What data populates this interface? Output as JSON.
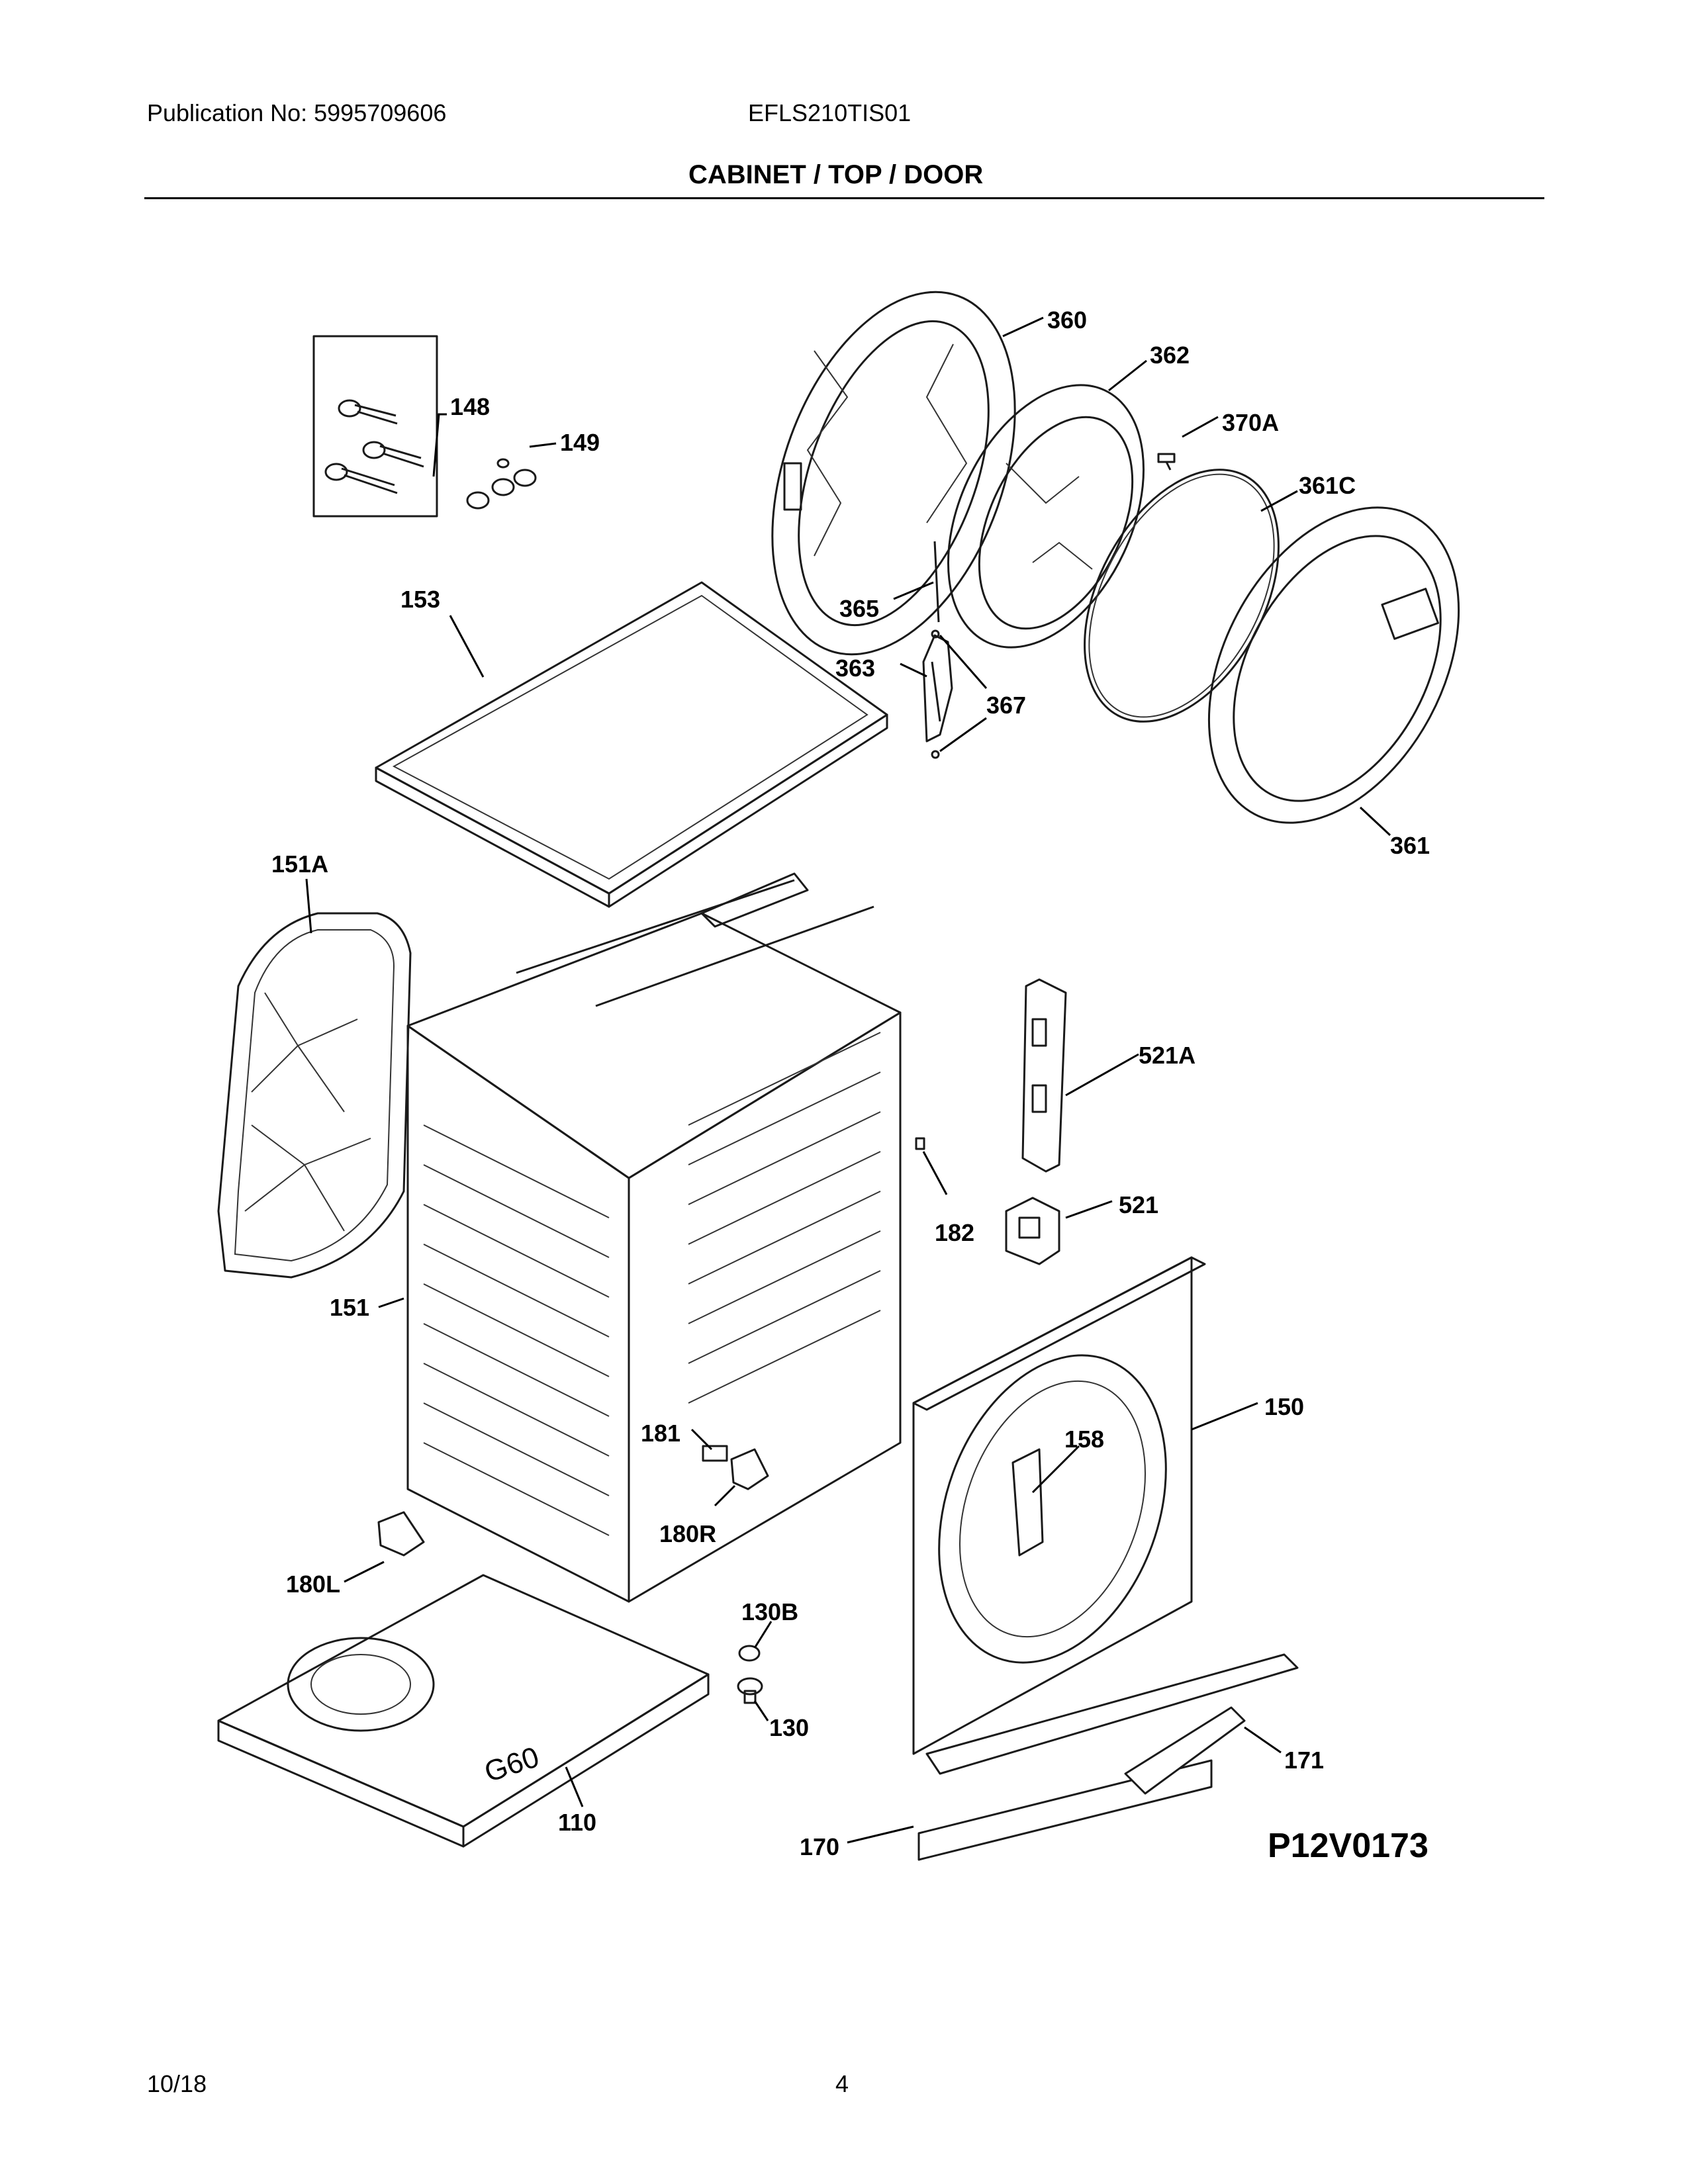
{
  "header": {
    "publication": "Publication No:  5995709606",
    "model": "EFLS210TIS01",
    "section_title": "CABINET / TOP / DOOR"
  },
  "diagram_code": "P12V0173",
  "parts": [
    {
      "id": "148",
      "label": "148"
    },
    {
      "id": "149",
      "label": "149"
    },
    {
      "id": "153",
      "label": "153"
    },
    {
      "id": "360",
      "label": "360"
    },
    {
      "id": "362",
      "label": "362"
    },
    {
      "id": "370A",
      "label": "370A"
    },
    {
      "id": "361C",
      "label": "361C"
    },
    {
      "id": "365",
      "label": "365"
    },
    {
      "id": "363",
      "label": "363"
    },
    {
      "id": "367",
      "label": "367"
    },
    {
      "id": "361",
      "label": "361"
    },
    {
      "id": "151A",
      "label": "151A"
    },
    {
      "id": "521A",
      "label": "521A"
    },
    {
      "id": "182",
      "label": "182"
    },
    {
      "id": "521",
      "label": "521"
    },
    {
      "id": "151",
      "label": "151"
    },
    {
      "id": "150",
      "label": "150"
    },
    {
      "id": "181",
      "label": "181"
    },
    {
      "id": "158",
      "label": "158"
    },
    {
      "id": "180R",
      "label": "180R"
    },
    {
      "id": "180L",
      "label": "180L"
    },
    {
      "id": "130B",
      "label": "130B"
    },
    {
      "id": "130",
      "label": "130"
    },
    {
      "id": "171",
      "label": "171"
    },
    {
      "id": "110",
      "label": "110"
    },
    {
      "id": "170",
      "label": "170"
    }
  ],
  "base_marking": "G60",
  "footer": {
    "date": "10/18",
    "page": "4"
  }
}
